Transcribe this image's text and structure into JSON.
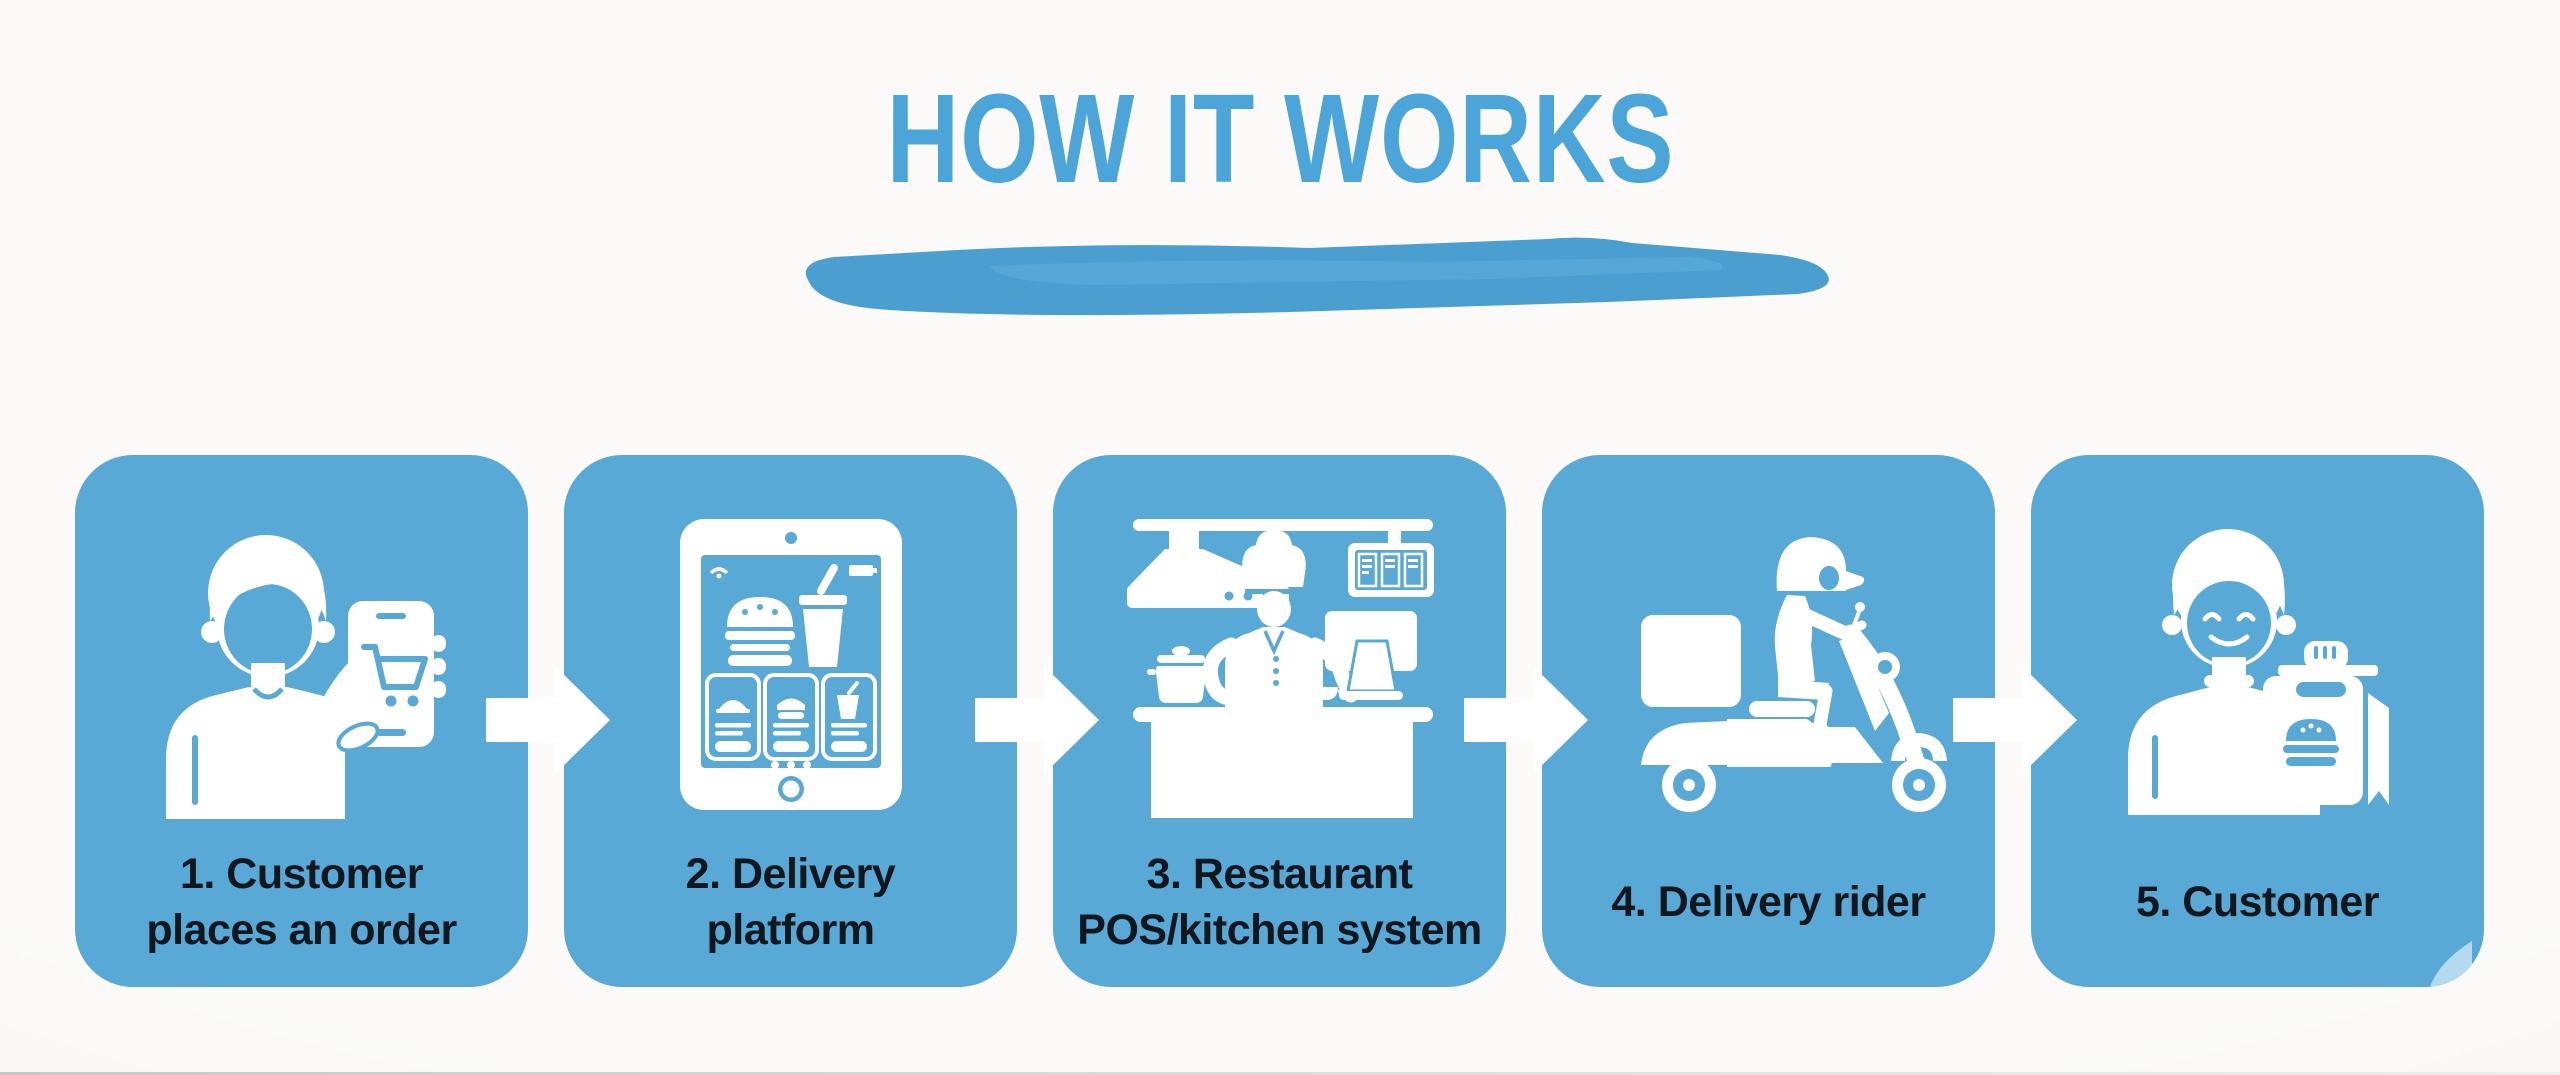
{
  "title": {
    "text": "HOW IT WORKS"
  },
  "steps": [
    {
      "lines": [
        "1. Customer",
        "places an order"
      ],
      "icon": "customer-placing-order-phone-icon"
    },
    {
      "lines": [
        "2. Delivery",
        "platform"
      ],
      "icon": "delivery-platform-tablet-icon"
    },
    {
      "lines": [
        "3. Restaurant",
        "POS/kitchen system"
      ],
      "icon": "restaurant-pos-kitchen-icon"
    },
    {
      "lines": [
        "4. Delivery rider"
      ],
      "icon": "delivery-rider-scooter-icon"
    },
    {
      "lines": [
        "5. Customer"
      ],
      "icon": "customer-receiving-food-icon"
    }
  ],
  "connector": {
    "type": "arrow-right",
    "count": 4,
    "color": "#ffffff"
  },
  "colors": {
    "card_blue": "#58a9d6",
    "title_blue": "#4ba5d8",
    "underline_brush_blue": "#4b9fd0",
    "caption_text": "#12171d",
    "icon_white": "#ffffff",
    "background": "#faf9f6",
    "corner_fold_light": "#b5daef"
  }
}
